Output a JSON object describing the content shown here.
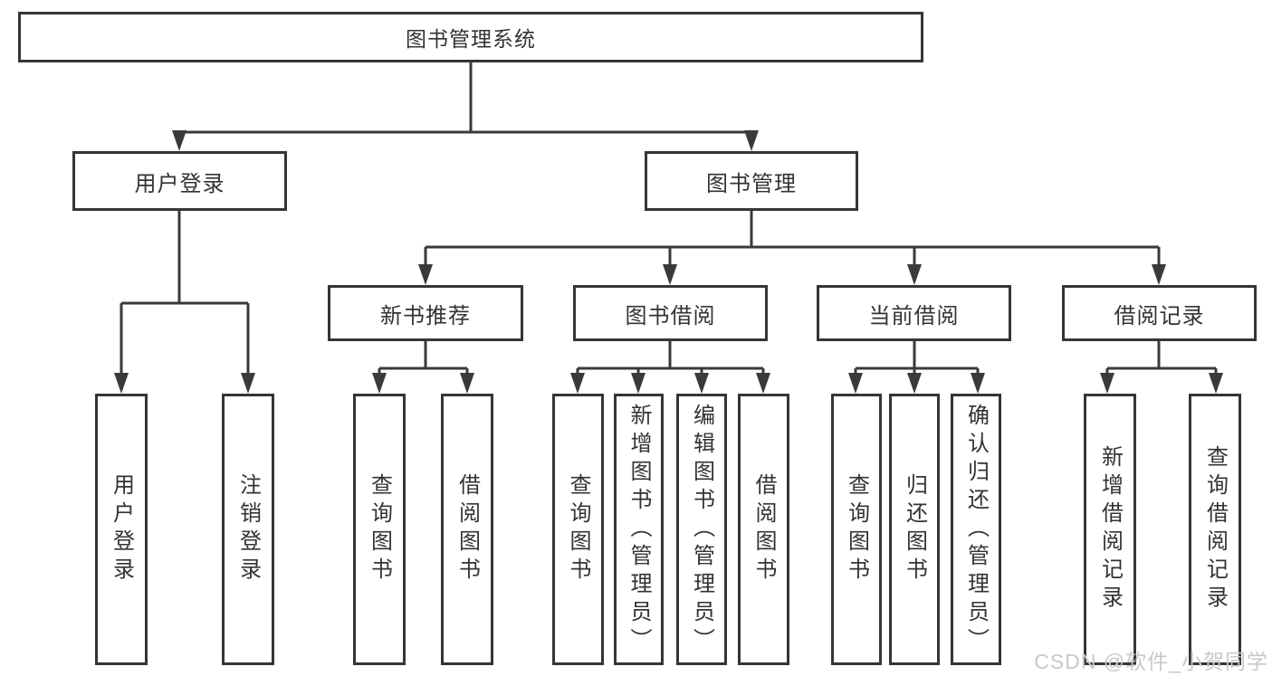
{
  "colors": {
    "line": "#3a3a3a",
    "box_border": "#353535",
    "text": "#333333",
    "background": "#ffffff",
    "watermark": "#c9c9c9"
  },
  "tree": {
    "label": "图书管理系统",
    "children": [
      {
        "label": "用户登录",
        "children": [
          {
            "label": "用户登录"
          },
          {
            "label": "注销登录"
          }
        ]
      },
      {
        "label": "图书管理",
        "children": [
          {
            "label": "新书推荐",
            "children": [
              {
                "label": "查询图书"
              },
              {
                "label": "借阅图书"
              }
            ]
          },
          {
            "label": "图书借阅",
            "children": [
              {
                "label": "查询图书"
              },
              {
                "label": "新增图书（管理员）"
              },
              {
                "label": "编辑图书（管理员）"
              },
              {
                "label": "借阅图书"
              }
            ]
          },
          {
            "label": "当前借阅",
            "children": [
              {
                "label": "查询图书"
              },
              {
                "label": "归还图书"
              },
              {
                "label": "确认归还（管理员）"
              }
            ]
          },
          {
            "label": "借阅记录",
            "children": [
              {
                "label": "新增借阅记录"
              },
              {
                "label": "查询借阅记录"
              }
            ]
          }
        ]
      }
    ]
  },
  "watermark": {
    "text": "CSDN @软件_小贺同学"
  }
}
